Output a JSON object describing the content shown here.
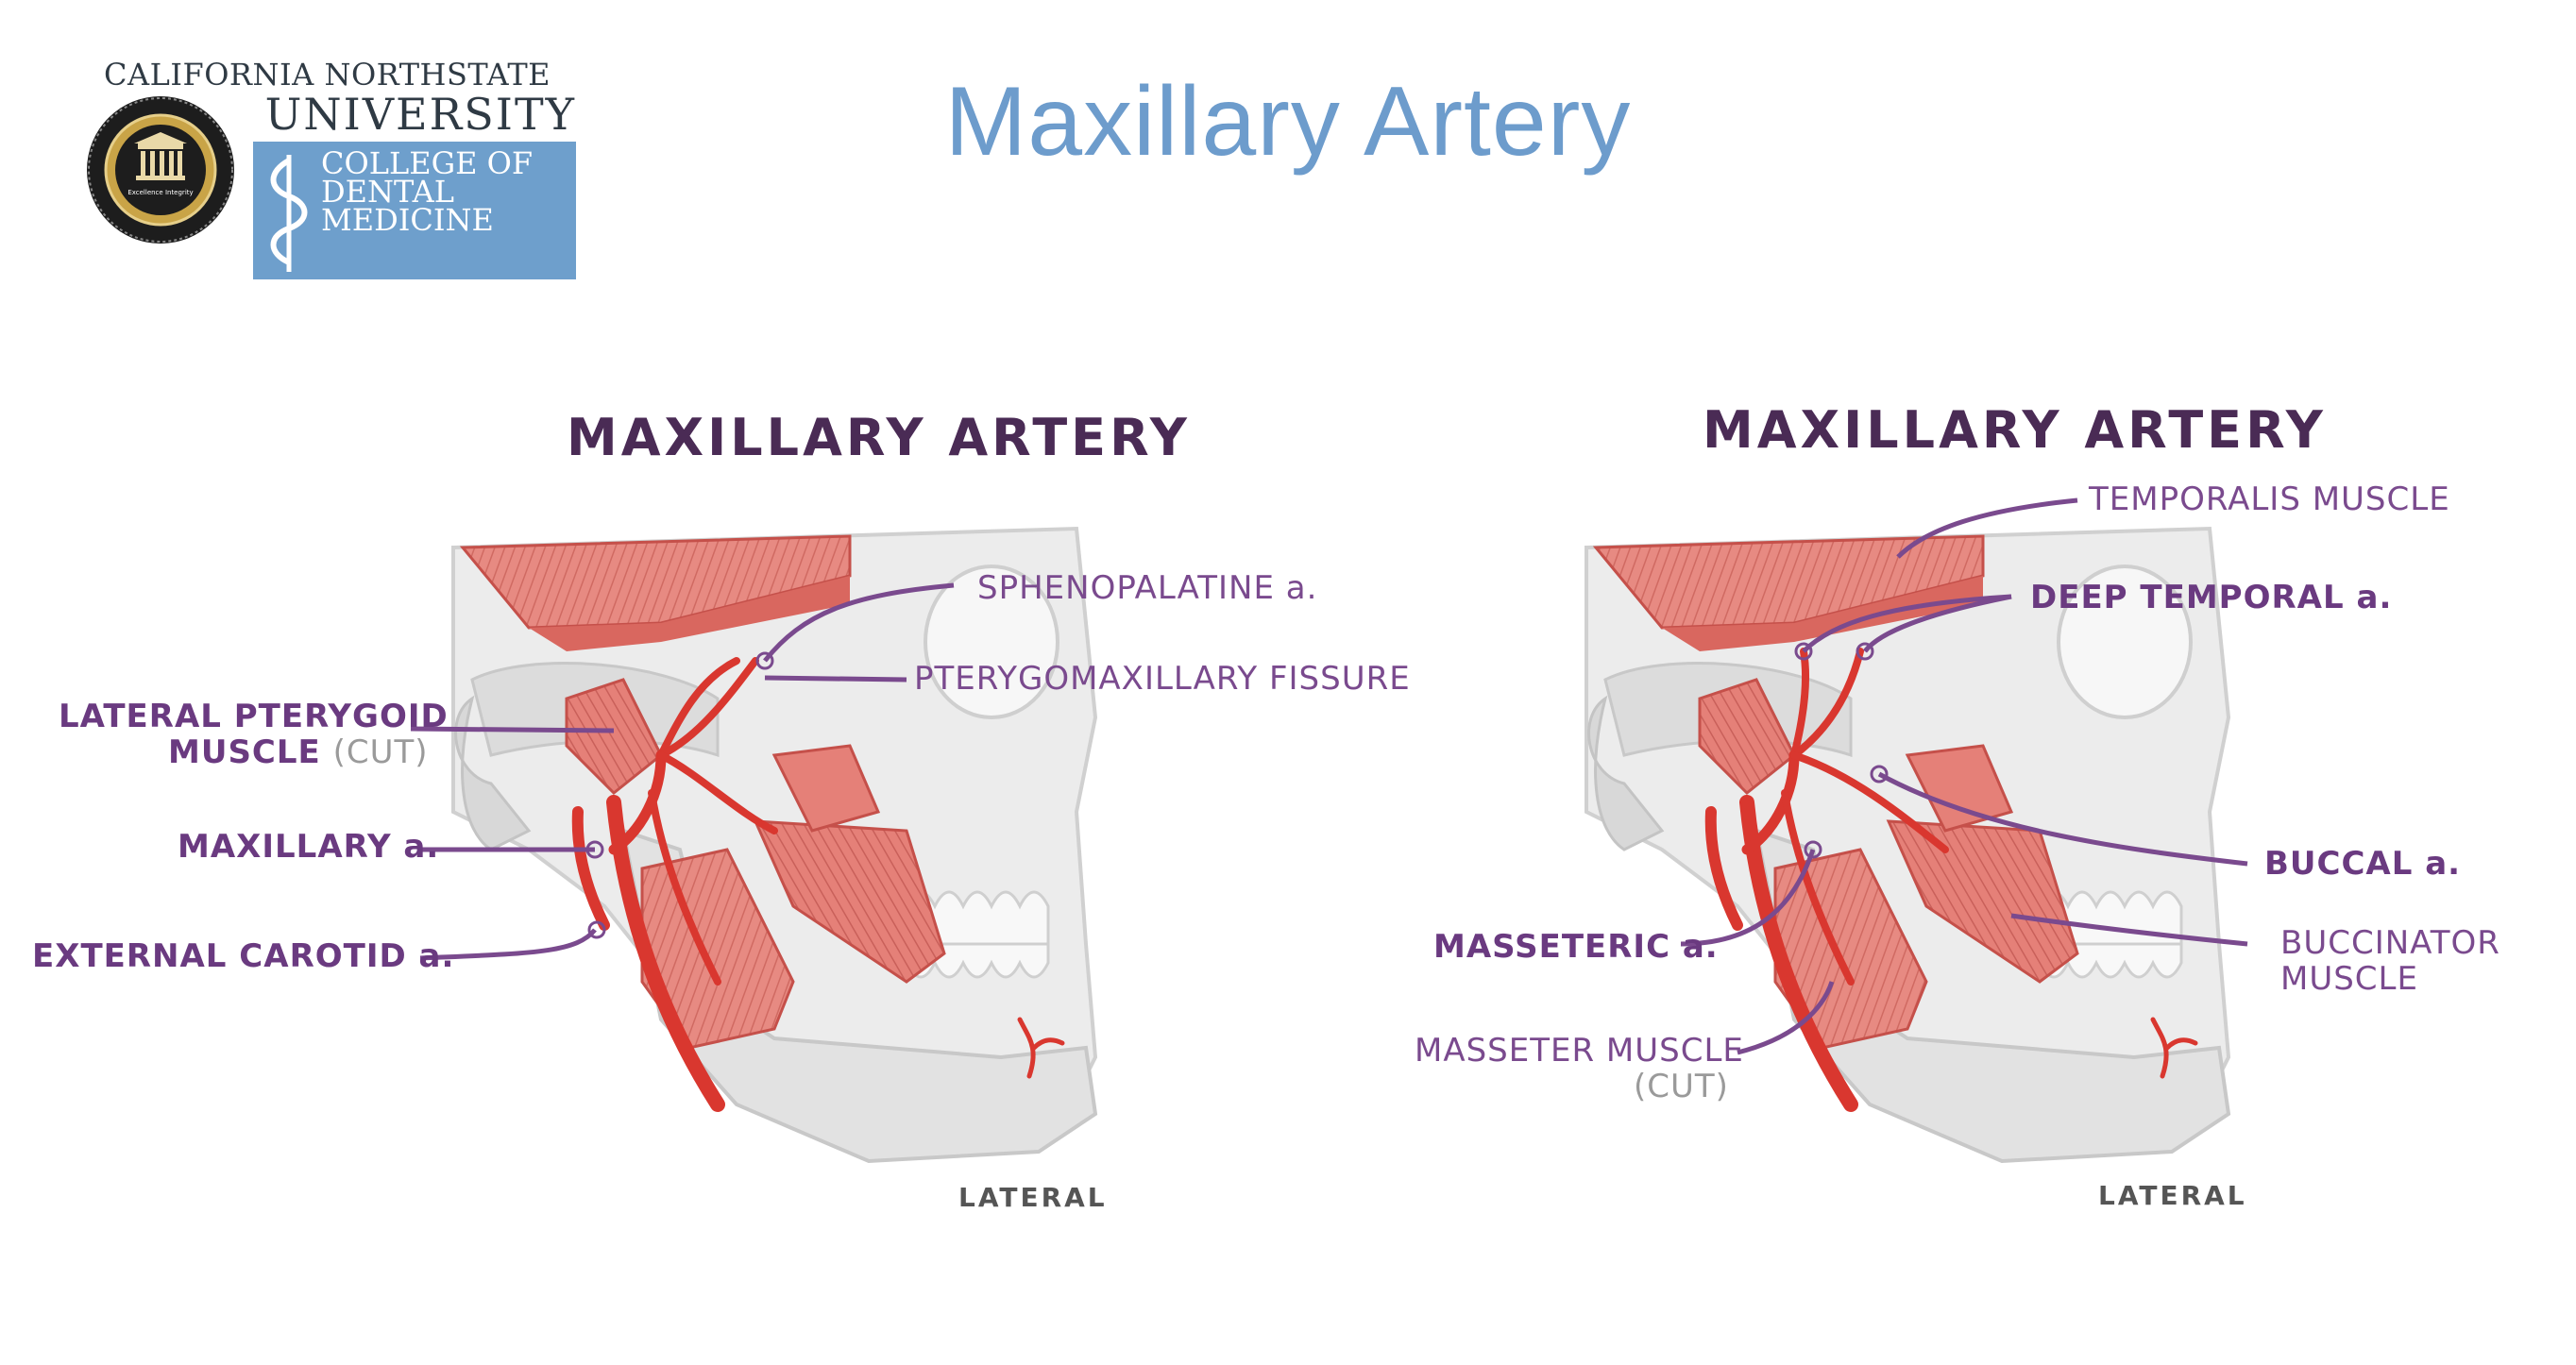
{
  "slide": {
    "title": "Maxillary Artery"
  },
  "logo": {
    "line1": "California Northstate",
    "line2": "University",
    "box_lines": [
      "College of",
      "Dental",
      "Medicine"
    ],
    "seal_text": "Excellence Integrity",
    "colors": {
      "box": "#6e9fcc",
      "text": "#2f3a44",
      "seal_gold": "#c9a447"
    }
  },
  "colors": {
    "title": "#6d9ccc",
    "label_purple": "#7a4a8e",
    "muscle_red": "#e07a72",
    "artery_red": "#d9372f",
    "bone_gray": "#e6e6e6"
  },
  "left_panel": {
    "title": "MAXILLARY ARTERY",
    "view": "LATERAL",
    "labels": {
      "sphenopalatine": "SPHENOPALATINE a.",
      "pterygomaxillary": "PTERYGOMAXILLARY FISSURE",
      "lateral_pterygoid_1": "LATERAL PTERYGOID",
      "lateral_pterygoid_2": "MUSCLE",
      "cut": "(CUT)",
      "maxillary": "MAXILLARY a.",
      "external_carotid": "EXTERNAL CAROTID a."
    }
  },
  "right_panel": {
    "title": "MAXILLARY ARTERY",
    "view": "LATERAL",
    "labels": {
      "temporalis": "TEMPORALIS MUSCLE",
      "deep_temporal": "DEEP TEMPORAL a.",
      "buccal": "BUCCAL a.",
      "buccinator_1": "BUCCINATOR",
      "buccinator_2": "MUSCLE",
      "masseteric": "MASSETERIC a.",
      "masseter_1": "MASSETER MUSCLE",
      "cut": "(CUT)"
    }
  }
}
